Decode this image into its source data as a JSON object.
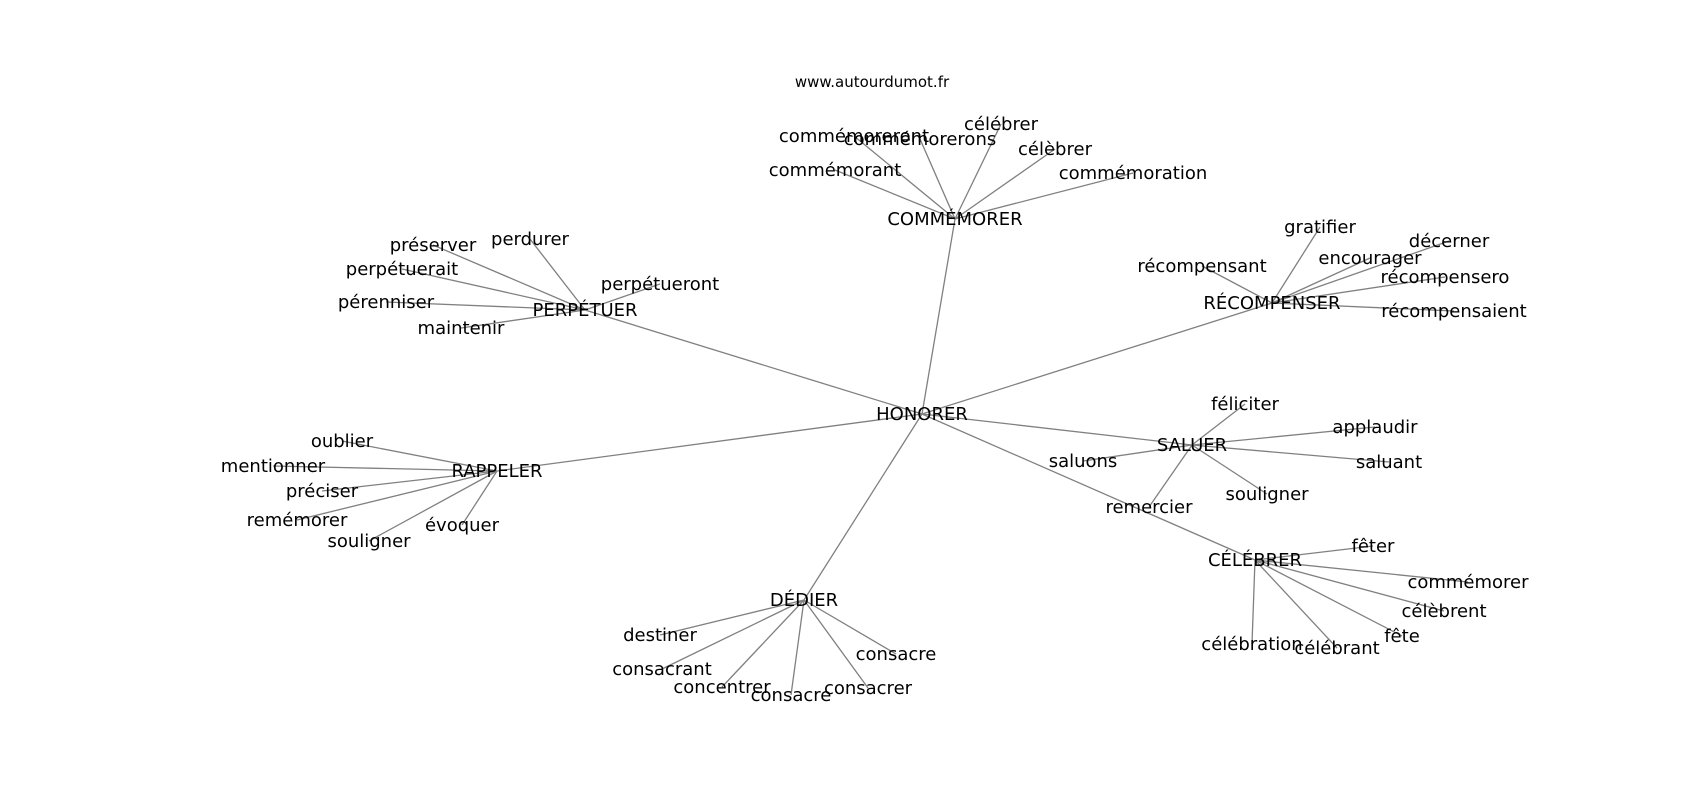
{
  "source": "www.autourdumot.fr",
  "center": "HONORER",
  "clusters": [
    {
      "hub": "COMMÉMORER",
      "words": [
        "commémoreront",
        "commémorerons",
        "célébrer",
        "célèbrer",
        "commémorant",
        "commémoration"
      ]
    },
    {
      "hub": "PERPÉTUER",
      "words": [
        "préserver",
        "perdurer",
        "perpétuerait",
        "pérenniser",
        "maintenir",
        "perpétueront"
      ]
    },
    {
      "hub": "RÉCOMPENSER",
      "words": [
        "gratifier",
        "décerner",
        "encourager",
        "récompensant",
        "récompensero",
        "récompensaient"
      ]
    },
    {
      "hub": "RAPPELER",
      "words": [
        "oublier",
        "mentionner",
        "préciser",
        "remémorer",
        "souligner",
        "évoquer"
      ]
    },
    {
      "hub": "SALUER",
      "words": [
        "féliciter",
        "applaudir",
        "saluons",
        "saluant",
        "souligner",
        "remercier"
      ]
    },
    {
      "hub": "CÉLÉBRER",
      "words": [
        "fêter",
        "commémorer",
        "célèbrent",
        "fête",
        "célébration",
        "célébrant"
      ]
    },
    {
      "hub": "DÉDIER",
      "words": [
        "destiner",
        "consacrant",
        "concentrer",
        "consacre",
        "consacrer",
        "consacre"
      ]
    }
  ]
}
